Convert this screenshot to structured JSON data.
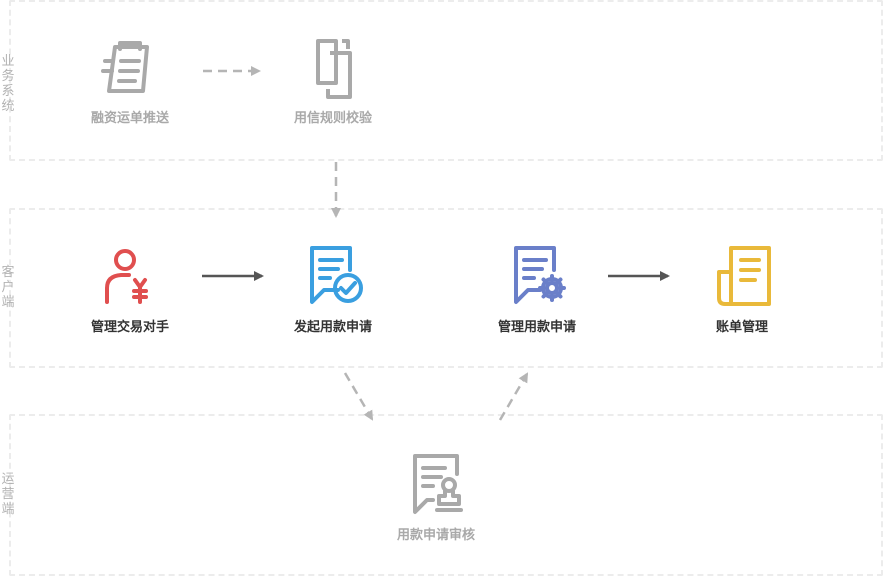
{
  "lanes": {
    "business": {
      "label": [
        "业",
        "务",
        "系",
        "统"
      ]
    },
    "client": {
      "label": [
        "客",
        "户",
        "端"
      ]
    },
    "ops": {
      "label": [
        "运",
        "营",
        "端"
      ]
    }
  },
  "nodes": {
    "financing_push": {
      "label": "融资运单推送",
      "icon": "clipboard-list-icon"
    },
    "credit_rule_check": {
      "label": "用信规则校验",
      "icon": "copy-documents-icon"
    },
    "manage_counterparty": {
      "label": "管理交易对手",
      "icon": "user-yen-icon"
    },
    "initiate_loan_application": {
      "label": "发起用款申请",
      "icon": "document-check-icon"
    },
    "manage_loan_application": {
      "label": "管理用款申请",
      "icon": "document-gear-icon"
    },
    "bill_management": {
      "label": "账单管理",
      "icon": "bill-stack-icon"
    },
    "loan_application_review": {
      "label": "用款申请审核",
      "icon": "document-stamp-icon"
    }
  },
  "colors": {
    "lane_border": "#ececec",
    "gray_icon": "#a9a9a9",
    "red_icon": "#e04f4f",
    "blue_icon": "#3a9fe0",
    "indigo_icon": "#6a7fc9",
    "yellow_icon": "#e9b93a",
    "arrow_dark": "#555555",
    "arrow_gray": "#b5b5b5"
  }
}
